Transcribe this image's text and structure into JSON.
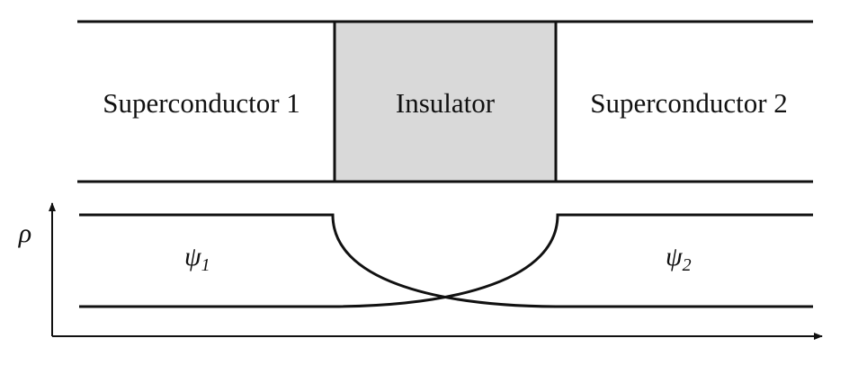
{
  "regions": {
    "left": "Superconductor 1",
    "middle": "Insulator",
    "right": "Superconductor 2"
  },
  "axis": {
    "y_label": "ρ"
  },
  "wavefunctions": {
    "left": {
      "symbol": "ψ",
      "subscript": "1"
    },
    "right": {
      "symbol": "ψ",
      "subscript": "2"
    }
  },
  "colors": {
    "insulator_fill": "#d9d9d9",
    "line": "#111111"
  }
}
